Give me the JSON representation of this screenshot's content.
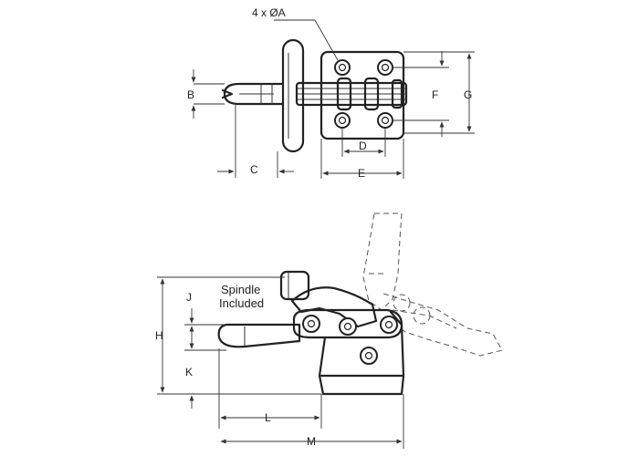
{
  "diagram": {
    "top_view": {
      "holes_label": "4 x ØA",
      "dims": {
        "B": "B",
        "C": "C",
        "D": "D",
        "E": "E",
        "F": "F",
        "G": "G"
      }
    },
    "side_view": {
      "note_line1": "Spindle",
      "note_line2": "Included",
      "dims": {
        "H": "H",
        "J": "J",
        "K": "K",
        "L": "L",
        "M": "M"
      }
    }
  }
}
